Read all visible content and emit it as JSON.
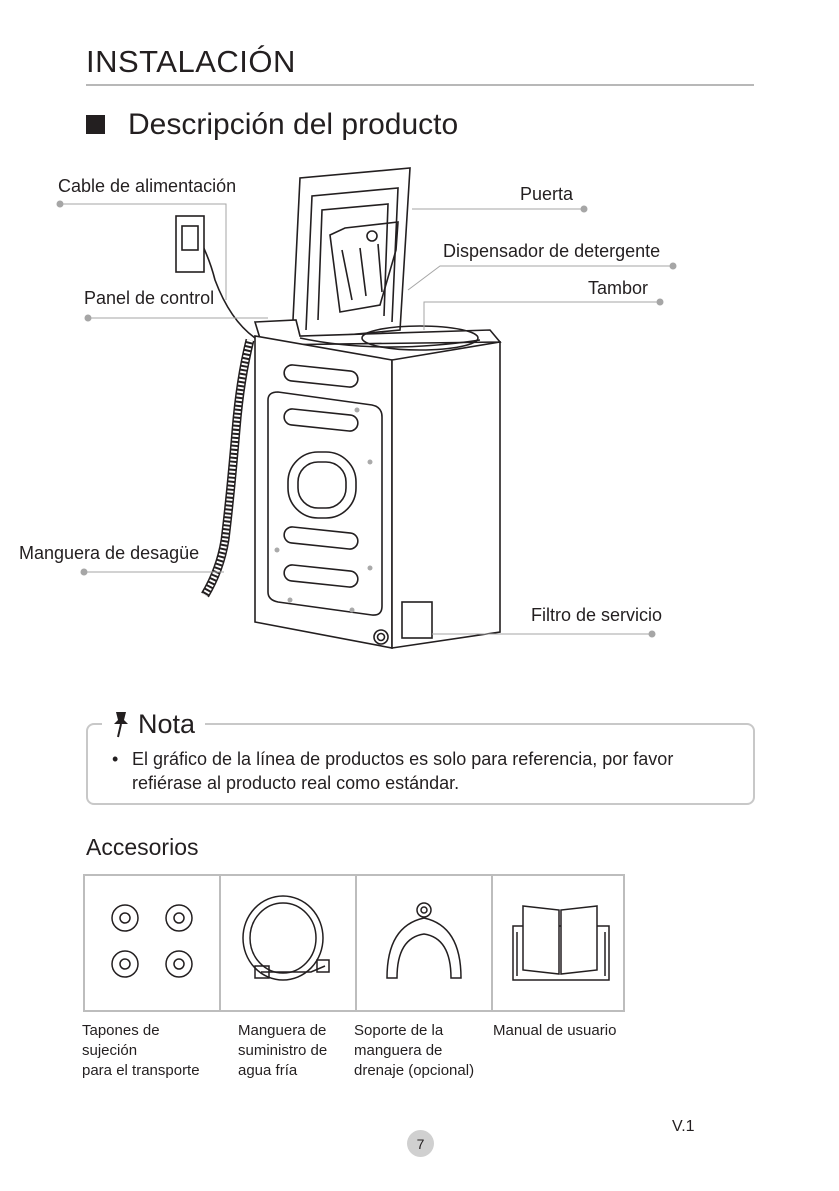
{
  "header": {
    "section_title": "INSTALACIÓN",
    "subtitle": "Descripción del producto"
  },
  "diagram": {
    "labels": {
      "power_cable": "Cable de alimentación",
      "door": "Puerta",
      "detergent_dispenser": "Dispensador de detergente",
      "drum": "Tambor",
      "control_panel": "Panel de control",
      "drain_hose": "Manguera de desagüe",
      "service_filter": "Filtro de servicio"
    },
    "icons": [
      "washing-machine-illustration",
      "power-socket-icon"
    ]
  },
  "note": {
    "title": "Nota",
    "icon": "pushpin-icon",
    "bullet": "•",
    "text": "El gráfico de la línea de productos es solo para referencia, por favor refiérase al producto real como estándar."
  },
  "accessories": {
    "title": "Accesorios",
    "items": [
      {
        "icon": "transport-plugs-icon",
        "caption": "Tapones de\nsujeción\npara el transporte"
      },
      {
        "icon": "water-hose-icon",
        "caption": "Manguera de\nsuministro de\nagua fría"
      },
      {
        "icon": "hose-bracket-icon",
        "caption": "Soporte de la\nmanguera de\ndrenaje (opcional)"
      },
      {
        "icon": "manual-book-icon",
        "caption": "Manual de usuario"
      }
    ]
  },
  "footer": {
    "version": "V.1",
    "page": "7"
  }
}
